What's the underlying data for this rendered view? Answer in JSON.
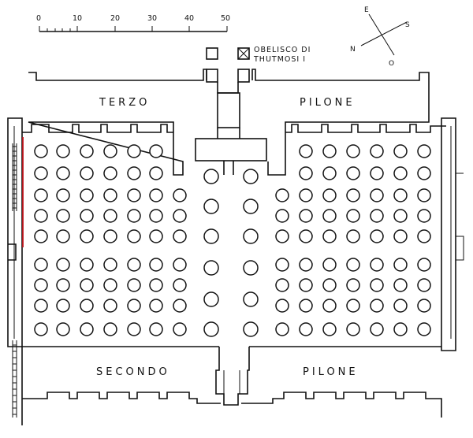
{
  "labels": {
    "terzo": "TERZO",
    "pilone_top": "PILONE",
    "secondo": "SECONDO",
    "pilone_bottom": "PILONE",
    "obelisco_line1": "OBELISCO DI",
    "obelisco_line2": "THUTMOSI I"
  },
  "scale_bar": {
    "ticks": [
      "0",
      "10",
      "20",
      "30",
      "40",
      "50"
    ]
  },
  "compass": {
    "e": "E",
    "s": "S",
    "n": "N",
    "o": "O"
  },
  "colors": {
    "ink": "#111111",
    "background": "#ffffff",
    "accent_line": "#c0141c"
  }
}
